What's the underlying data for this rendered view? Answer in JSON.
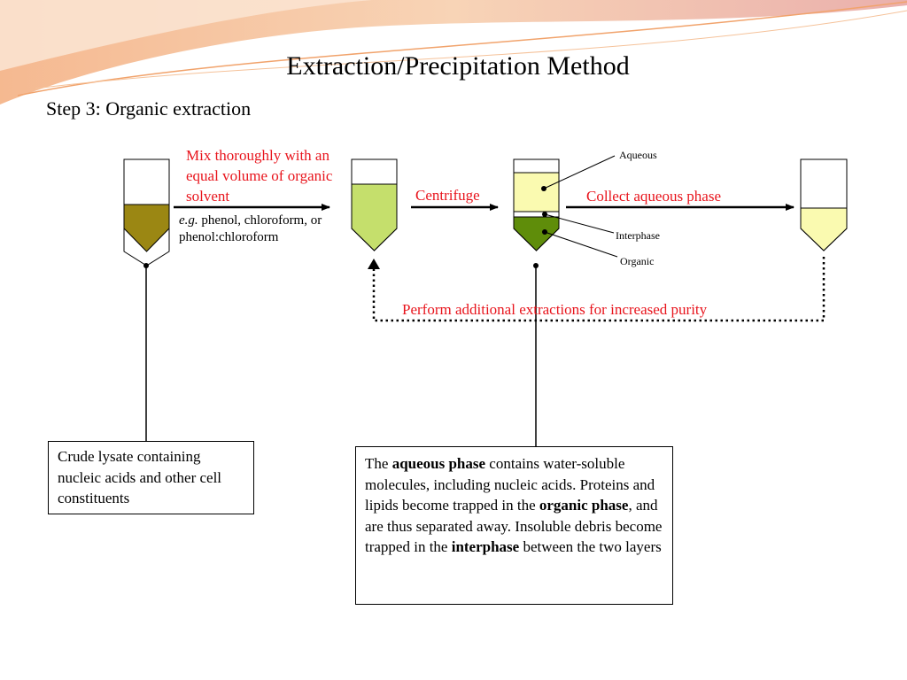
{
  "slide": {
    "title": "Extraction/Precipitation Method",
    "subtitle": "Step 3: Organic extraction"
  },
  "diagram": {
    "mix_label": "Mix thoroughly with an equal volume of organic solvent",
    "eg_prefix": "e.g.",
    "eg_text": " phenol, chloroform, or phenol:chloroform",
    "centrifuge_label": "Centrifuge",
    "collect_label": "Collect aqueous phase",
    "aqueous_label": "Aqueous",
    "interphase_label": "Interphase",
    "organic_label": "Organic",
    "perform_label": "Perform additional extractions for increased purity"
  },
  "crude_box": {
    "text": "Crude lysate containing nucleic acids and other cell constituents"
  },
  "phase_box": {
    "t1": "The ",
    "b1": "aqueous phase",
    "t2": " contains water-soluble molecules, including nucleic acids. Proteins and lipids become trapped in the ",
    "b2": "organic phase",
    "t3": ", and are thus separated away. Insoluble debris become trapped in the ",
    "b3": "interphase",
    "t4": " between the two layers"
  },
  "colors": {
    "lysate": "#9b8713",
    "mixed": "#c5df6c",
    "aqueous": "#fafab0",
    "organic": "#5f8d0a",
    "text_red": "#e8141c",
    "swoosh": "#f2a37c"
  }
}
